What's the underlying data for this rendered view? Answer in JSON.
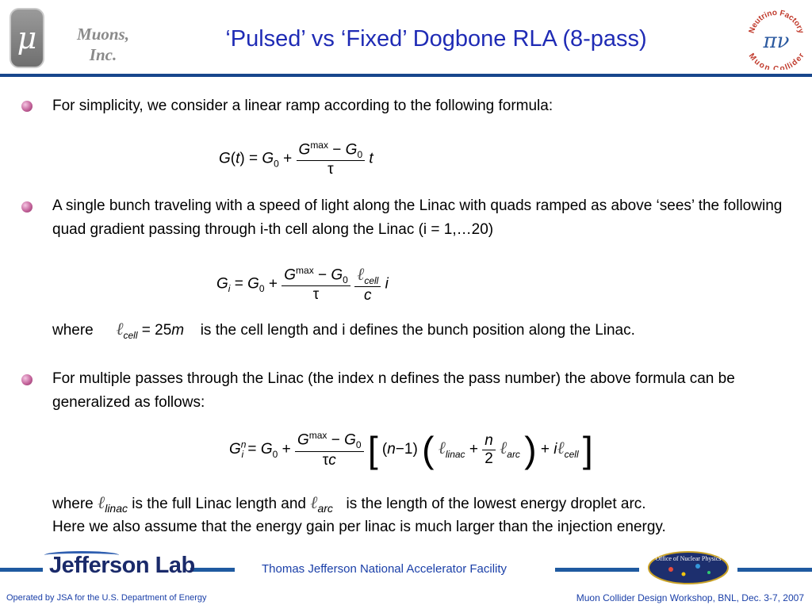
{
  "header": {
    "logo_symbol": "μ",
    "brand_line1": "Muons,",
    "brand_line2": "Inc.",
    "title": "‘Pulsed’ vs ‘Fixed’ Dogbone RLA (8-pass)",
    "nf_logo_top": "Neutrino Factory",
    "nf_logo_bottom": "Muon Collider",
    "nf_logo_symbol": "πν",
    "colors": {
      "title": "#1f2bb5",
      "rule": "#17468c",
      "brand": "#8a8a8a"
    }
  },
  "bullets": [
    {
      "text": "For simplicity, we consider a linear ramp according to the following formula:"
    },
    {
      "text": "A single bunch traveling with a speed of light along the Linac with quads ramped as above ‘sees’ the following quad gradient passing through i-th cell along the Linac (i = 1,…20)"
    },
    {
      "text": "For multiple passes through the Linac (the index n defines the pass number) the above formula can be generalized as follows:"
    }
  ],
  "where1": {
    "prefix": "where",
    "eq_value": "= 25",
    "eq_unit": "m",
    "suffix": "is the cell length and i defines the bunch position along the Linac."
  },
  "where2": {
    "prefix": "where",
    "mid": "is the full Linac length and",
    "suffix": "is the length of the lowest energy droplet arc.",
    "line2": "Here we also assume that the energy gain per linac is much larger than the injection energy."
  },
  "math": {
    "G": "G",
    "t": "t",
    "i": "i",
    "n": "n",
    "c": "c",
    "tau": "τ",
    "max": "max",
    "zero": "0",
    "cell": "cell",
    "linac": "linac",
    "arc": "arc",
    "ell": "ℓ",
    "two": "2",
    "one": "1",
    "eq_sign": "=",
    "plus": "+",
    "minus": "−",
    "lparen": "(",
    "rparen": ")",
    "lbrack": "[",
    "rbrack": "]"
  },
  "footer": {
    "lab_name": "Jefferson Lab",
    "facility": "Thomas Jefferson National Accelerator Facility",
    "onp_logo": "Office of Nuclear Physics",
    "left_note": "Operated by JSA for the U.S. Department of Energy",
    "right_note": "Muon Collider Design Workshop, BNL, Dec. 3-7, 2007",
    "colors": {
      "rule": "#1f5aa0",
      "text": "#1a3fa8"
    }
  }
}
